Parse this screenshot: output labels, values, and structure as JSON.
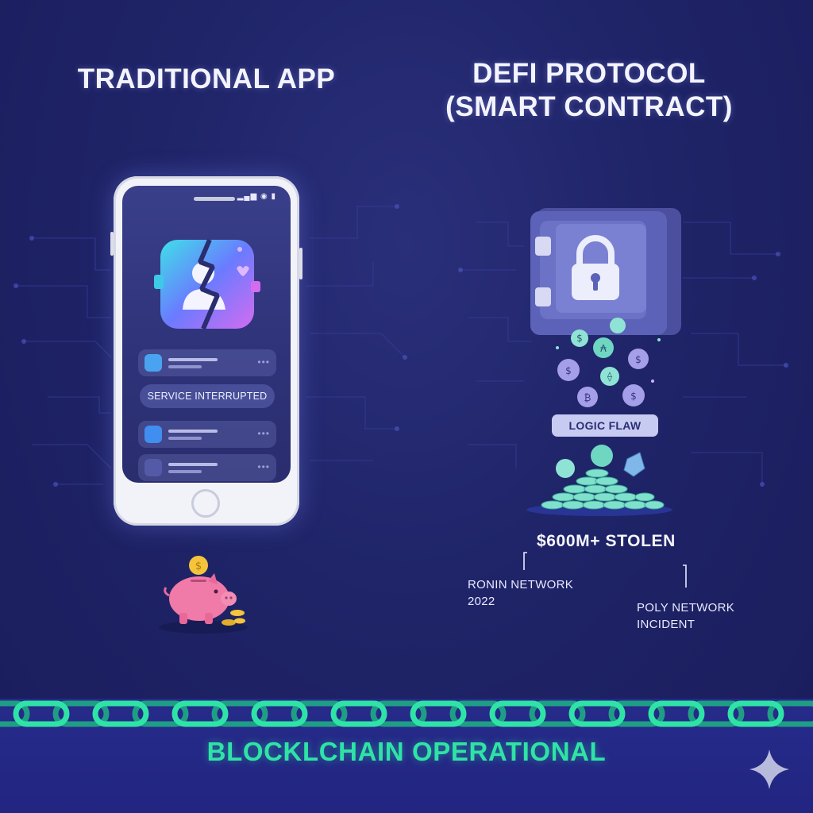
{
  "left_column": {
    "title": "TRADITIONAL APP",
    "phone": {
      "status_icons": "▂▄▆ ◉ ▮",
      "banner": "SERVICE INTERRUPTED",
      "row_dots": "•••"
    }
  },
  "right_column": {
    "title_line1": "DEFI PROTOCOL",
    "title_line2": "(SMART CONTRACT)",
    "flaw_label": "LOGIC FLAW",
    "stolen_label": "$600M+ STOLEN",
    "callout_left_line1": "RONIN NETWORK",
    "callout_left_line2": "2022",
    "callout_right_line1": "POLY NETWORK",
    "callout_right_line2": "INCIDENT"
  },
  "footer": {
    "label": "BLOCKLCHAIN OPERATIONAL"
  },
  "colors": {
    "background": "#1f2468",
    "chain": "#2fe3a6",
    "footer_text": "#2fe3a6",
    "vault": "#5c62b8",
    "coin": "#8fe3d4"
  },
  "icons": [
    "broken-app-icon",
    "lock-icon",
    "coin-icon",
    "piggy-bank-icon",
    "chain-icon",
    "sparkle-icon",
    "signal-icon"
  ]
}
